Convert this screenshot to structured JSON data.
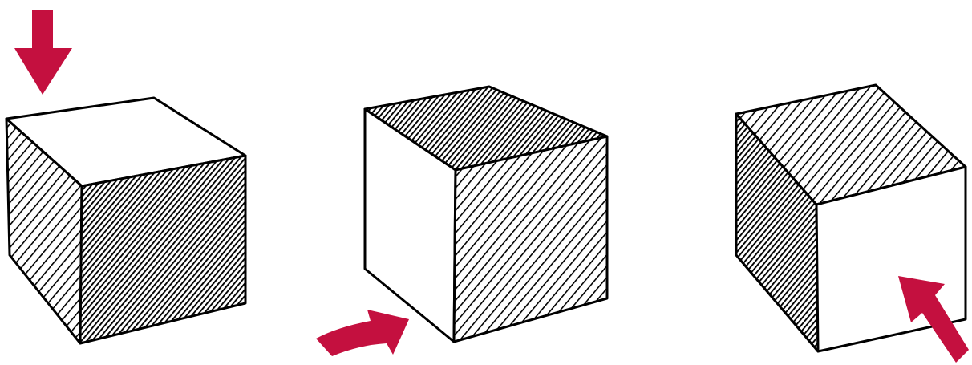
{
  "colors": {
    "background": "#ffffff",
    "ink": "#000000",
    "arrow": "#c4103f",
    "light_face": "#ffffff"
  },
  "cubes": [
    {
      "light_direction": "top",
      "faces": {
        "top": "white",
        "left": "light-hatch",
        "right": "dark-hatch"
      },
      "arrow_icon": "arrow-down-icon"
    },
    {
      "light_direction": "left",
      "faces": {
        "top": "dark-hatch",
        "left": "white",
        "right": "light-hatch"
      },
      "arrow_icon": "arrow-right-icon"
    },
    {
      "light_direction": "front-right",
      "faces": {
        "top": "light-hatch",
        "left": "dark-hatch",
        "right": "white"
      },
      "arrow_icon": "arrow-up-left-icon"
    }
  ]
}
